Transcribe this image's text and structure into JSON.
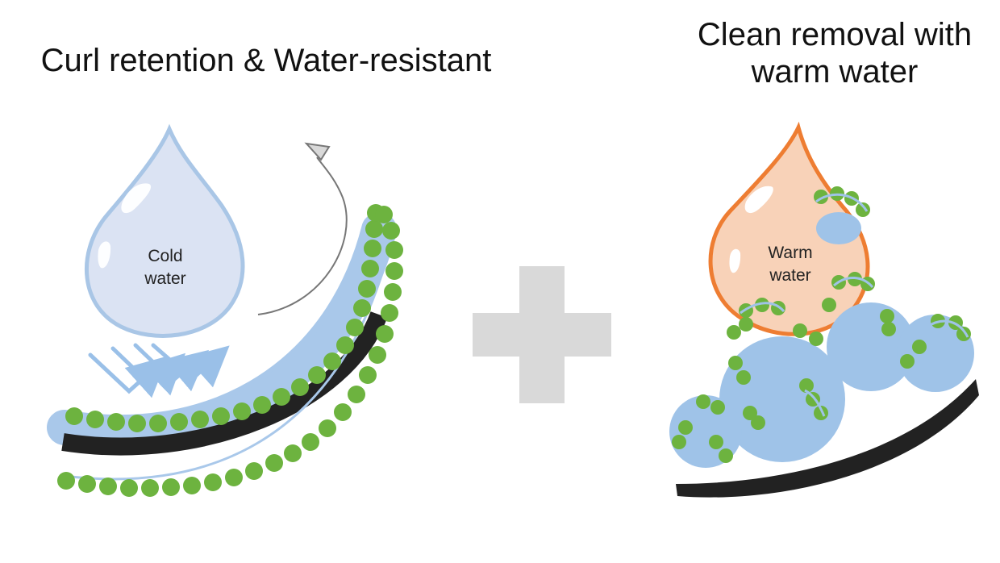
{
  "left_panel": {
    "title": "Curl retention & Water-resistant",
    "drop_label_line1": "Cold",
    "drop_label_line2": "water"
  },
  "right_panel": {
    "title_line1": "Clean removal with",
    "title_line2": "warm water",
    "drop_label_line1": "Warm",
    "drop_label_line2": "water"
  },
  "colors": {
    "cold_drop_fill": "#dbe3f3",
    "cold_drop_stroke": "#a9c6e6",
    "warm_drop_fill": "#f8d2b8",
    "warm_drop_stroke": "#ee7d32",
    "polymer_bead": "#6db33f",
    "coating": "#a9c8ea",
    "hair_fiber": "#222222",
    "plus_sign": "#d9d9d9",
    "bubble": "#9fc3e8"
  },
  "icons": [
    "water-drop-icon",
    "curved-arrow-icon",
    "reflection-arrows-icon",
    "plus-icon",
    "bubble-icon"
  ]
}
